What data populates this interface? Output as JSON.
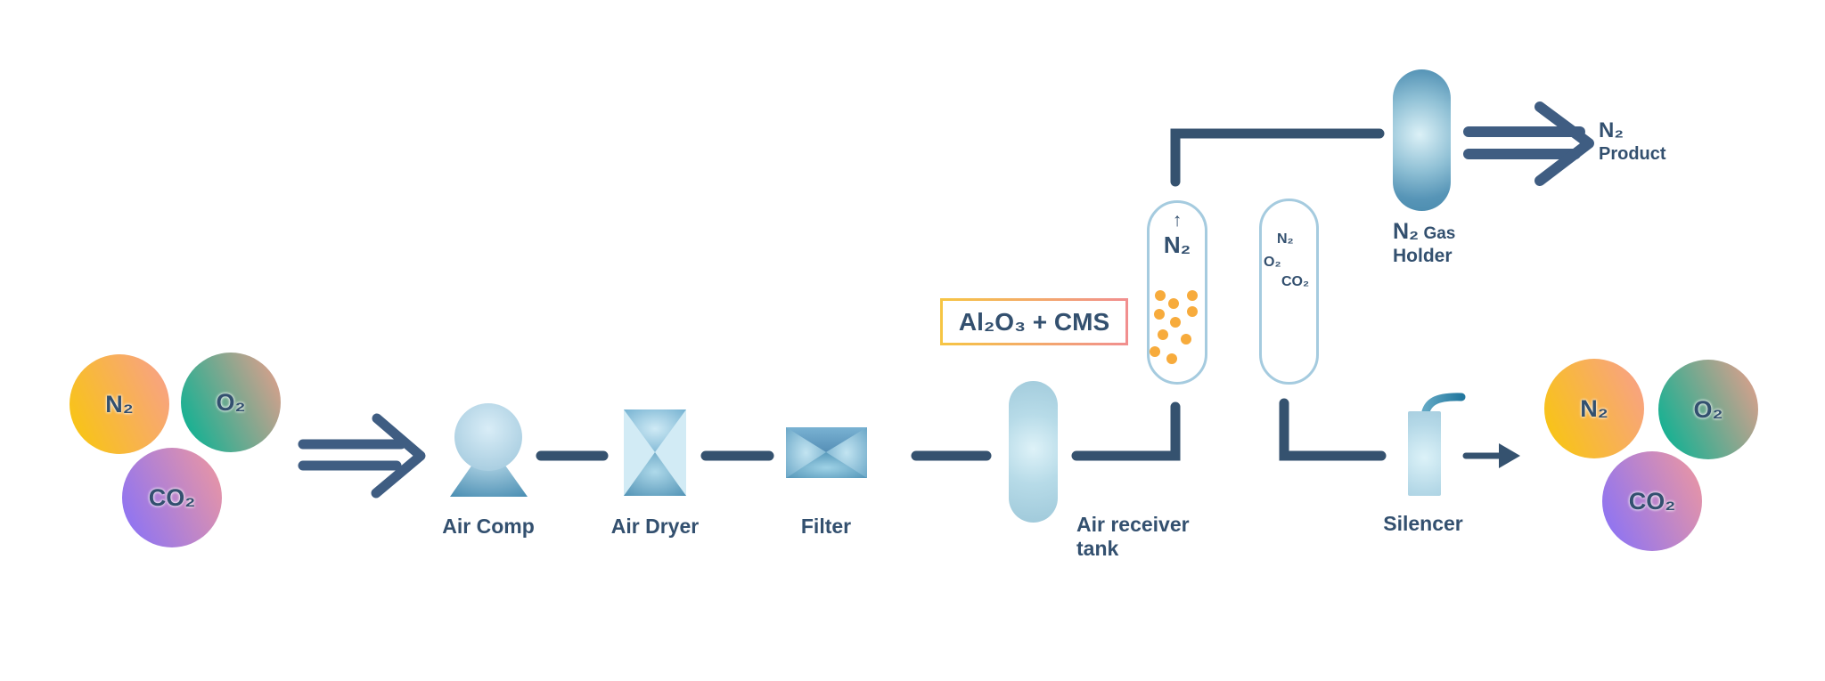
{
  "colors": {
    "text_navy": "#33506f",
    "line_blue": "#3a5878",
    "column_outline": "#a5cbdf",
    "dot_orange": "#f7ab3c",
    "box_border_left": "#f6c544",
    "box_border_right": "#f18f8f",
    "n2_a": "#f8c513",
    "n2_b": "#f8a284",
    "o2_a": "#14b193",
    "o2_b": "#eb9e8b",
    "co2_a": "#8f74f2",
    "co2_b": "#f0989e"
  },
  "inlet": {
    "n2": "N₂",
    "o2": "O₂",
    "co2": "CO₂"
  },
  "outlet": {
    "n2": "N₂",
    "o2": "O₂",
    "co2": "CO₂"
  },
  "labels": {
    "air_comp": "Air Comp",
    "air_dryer": "Air Dryer",
    "filter": "Filter",
    "tank_line1": "Air receiver",
    "tank_line2": "tank",
    "adsorbent": "Al₂O₃ + CMS",
    "silencer": "Silencer"
  },
  "column1": {
    "arrow": "↑",
    "gas": "N₂"
  },
  "column2": {
    "gas1": "N₂",
    "gas2": "O₂",
    "gas3": "CO₂"
  },
  "gas_holder": {
    "n2": "N₂",
    "gas": " Gas",
    "holder": "Holder"
  },
  "product": {
    "line1": "N₂",
    "line2": "Product"
  }
}
